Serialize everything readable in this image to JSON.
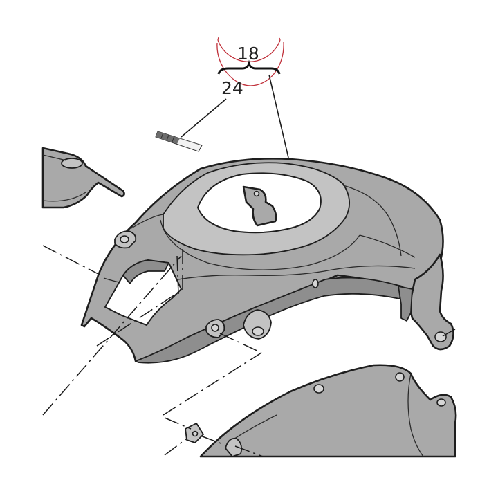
{
  "callouts": {
    "group_number": "18",
    "item_number": "24"
  },
  "colors": {
    "part_fill": "#a9a9a9",
    "outline": "#1e1e1e",
    "bracket_circle": "#c0303a"
  },
  "parts": [
    "fuel-tank-cover",
    "decal-sticker",
    "left-side-panel",
    "lower-tank-section",
    "clip-nut"
  ]
}
